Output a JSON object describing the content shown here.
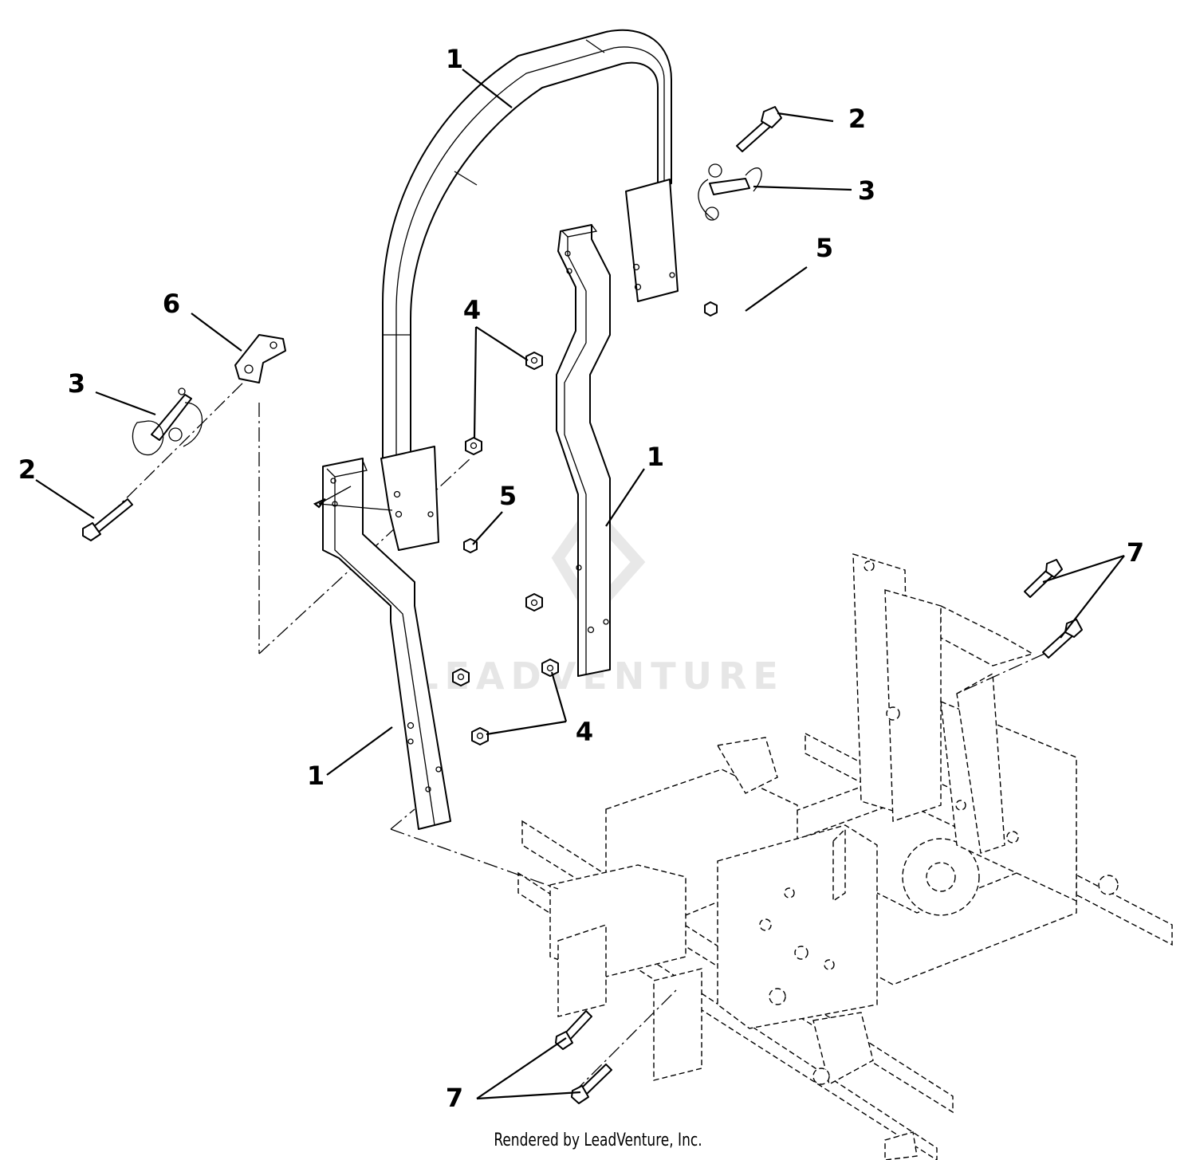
{
  "callouts": [
    {
      "id": "c1a",
      "text": "1"
    },
    {
      "id": "c2a",
      "text": "2"
    },
    {
      "id": "c3a",
      "text": "3"
    },
    {
      "id": "c5a",
      "text": "5"
    },
    {
      "id": "c6",
      "text": "6"
    },
    {
      "id": "c4a",
      "text": "4"
    },
    {
      "id": "c3b",
      "text": "3"
    },
    {
      "id": "c2b",
      "text": "2"
    },
    {
      "id": "c5b",
      "text": "5"
    },
    {
      "id": "c1b",
      "text": "1"
    },
    {
      "id": "c7a",
      "text": "7"
    },
    {
      "id": "c4b",
      "text": "4"
    },
    {
      "id": "c1c",
      "text": "1"
    },
    {
      "id": "c7b",
      "text": "7"
    }
  ],
  "watermark": "LEADVENTURE",
  "footer": "Rendered by LeadVenture, Inc."
}
